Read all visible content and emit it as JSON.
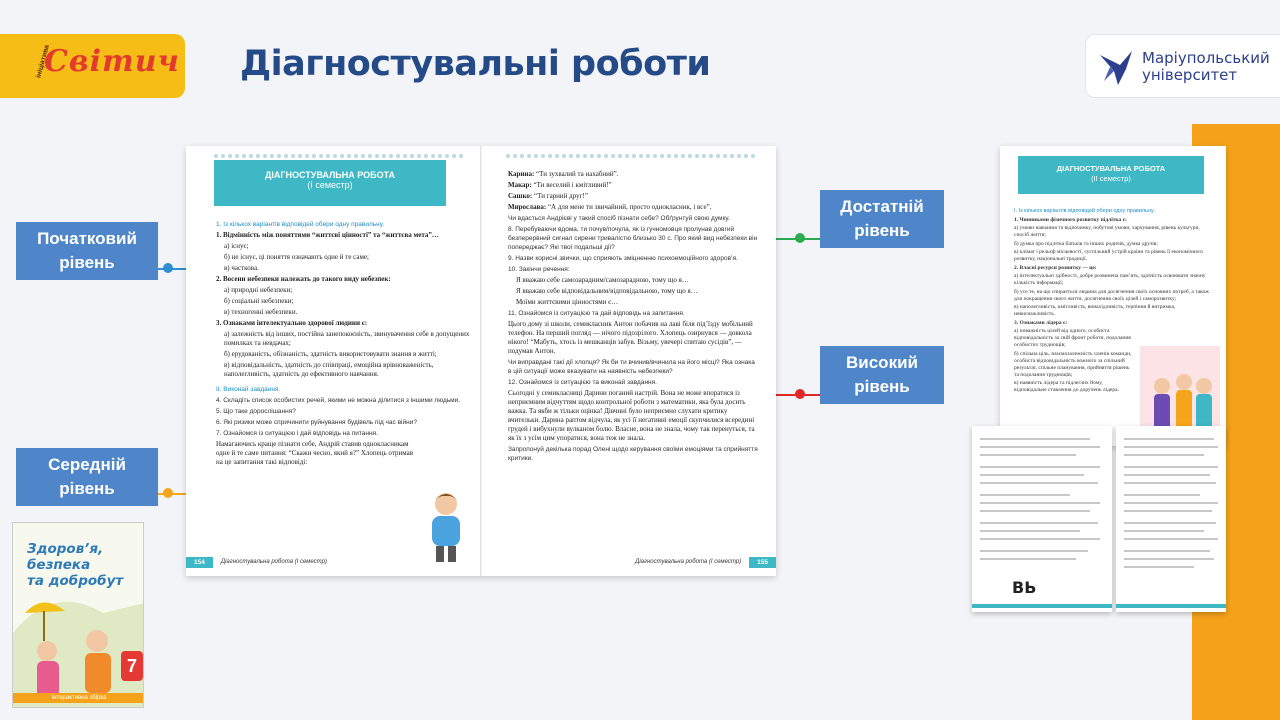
{
  "header": {
    "logo_text": "Світич",
    "logo_arc_text": "ініціатива",
    "title": "Діагностувальні роботи",
    "university_line1": "Маріупольський",
    "university_line2": "університет"
  },
  "levels": {
    "initial_line1": "Початковий",
    "initial_line2": "рівень",
    "medium_line1": "Середній",
    "medium_line2": "рівень",
    "sufficient_line1": "Достатній",
    "sufficient_line2": "рівень",
    "high_line1": "Високий",
    "high_line2": "рівень"
  },
  "colors": {
    "initial": "#2f8fd0",
    "medium": "#f4a51c",
    "sufficient": "#2eaa4f",
    "high": "#e02828",
    "level_box": "#4f86c9",
    "accent_teal": "#3db8c4",
    "orange": "#f5a21a"
  },
  "spread": {
    "banner_line1": "ДІАГНОСТУВАЛЬНА РОБОТА",
    "banner_line2": "(І семестр)",
    "left": {
      "task1": "1. Із кількох варіантів відповідей обери одну правильну.",
      "q1": "1. Відмінність між поняттями “життєві цінності” та “життєва мета”…",
      "q1a": "а) існує;",
      "q1b": "б) не існує, ці поняття означають одне й те саме;",
      "q1c": "в) часткова.",
      "q2": "2. Восени небезпеки належать до такого виду небезпек:",
      "q2a": "а) природні небезпеки;",
      "q2b": "б) соціальні небезпеки;",
      "q2c": "в) техногенні небезпеки.",
      "q3": "3. Ознаками інтелектуально здорової людини є:",
      "q3a": "а) залежність від інших, постійна занепокоєність, звинувачення себе в допущених помилках та невдачах;",
      "q3b": "б) ерудованість, обізнаність, здатність використовувати знання в житті;",
      "q3c": "в) відповідальність, здатність до співпраці, емоційна врівноваженість, наполегливість, здатність до ефективного навчання.",
      "task2": "II. Виконай завдання.",
      "q4": "4. Складіть список особистих речей, якими не можна ділитися з іншими людьми.",
      "q5": "5. Що таке дорослішання?",
      "q6": "6. Які ризики може спричинити руйнування будівель під час війни?",
      "q7": "7. Ознайомся із ситуацією і дай відповідь на питання.",
      "q7text": "Намагаючись краще пізнати себе, Андрій ставив однокласникам одне й те саме питання: “Скажи чесно, який я?” Хлопець отримав на це запитання такі відповіді:",
      "page_num": "154",
      "footer": "Діагностувальна робота (І семестр)"
    },
    "right": {
      "karina_name": "Карина:",
      "karina": "“Ти зухвалий та нахабний”.",
      "makar_name": "Макар:",
      "makar": "“Ти веселий і кмітливий!”",
      "sashko_name": "Сашко:",
      "sashko": "“Ти гарний друг!”",
      "myroslava_name": "Мирослава:",
      "myroslava": "“А для мене ти звичайний, просто однокласник, і все”.",
      "q7q": "Чи вдасться Андрієві у такий спосіб пізнати себе? Обґрунтуй свою думку.",
      "q8": "8. Перебуваючи вдома, ти почув/почула, як із гучномовця пролунав довгий безперервний сигнал сирени тривалістю близько 30 с. Про який вид небезпеки він попереджає? Які твої подальші дії?",
      "q9": "9. Назви корисні звички, що сприяють зміцненню психоемоційного здоров’я.",
      "q10": "10. Закінчи речення:",
      "q10a": "Я вважаю себе самозарадним/самозарадною, тому що я…",
      "q10b": "Я вважаю себе відповідальним/відповідальною, тому що я…",
      "q10c": "Моїми життєвими цінностями є…",
      "q11": "11. Ознайомся із ситуацією та дай відповідь на запитання.",
      "q11text": "Цього дому зі школи, семикласник Антон побачив на лаві біля під’їзду мобільний телефон. На перший погляд — нічого підозрілого. Хлопець озирнувся — довкола нікого! “Мабуть, хтось із мешканців забув. Візьму, увечері спитаю сусідів”, — подумав Антон.",
      "q11q": "Чи виправдані такі дії хлопця? Як би ти вчинив/вчинила на його місці? Яка ознака в цій ситуації може вказувати на наявність небезпеки?",
      "q12": "12. Ознайомся із ситуацією та виконай завдання.",
      "q12text": "Сьогодні у семикласниці Дарини поганий настрій. Вона не може впоратися із неприємним відчуттям щодо контрольної роботи з математики, яка була досить важка. Та якби ж тільки оцінка! Дівчині було неприємно слухати критику вчительки. Дарина раптом відчула, як усі її негативні емоції скупчилися всередині грудей і вибухнули вулканом болю. Власне, вона не знала, чому так перенуться, та як їх з усім цим упоратися, вона теж не знала.",
      "q12q": "Запропонуй декілька порад Олені щодо керування своїми емоціями та сприйняття критики.",
      "page_num": "155",
      "footer": "Діагностувальна робота (І семестр)"
    }
  },
  "cover": {
    "line1": "Здоров’я,",
    "line2": "безпека",
    "line3": "та добробут",
    "grade": "7",
    "publisher": "Інтерактивна збірка"
  },
  "right_page": {
    "banner_line1": "ДІАГНОСТУВАЛЬНА РОБОТА",
    "banner_line2": "(II семестр)",
    "task1": "I. Із кількох варіантів відповідей обери одну правильну.",
    "q1": "1. Чинниками фізичного розвитку підлітка є:",
    "q1a": "а) умови навчання та відпочинку, побутові умови, харчування, рівень культури, спосіб життя;",
    "q1b": "б) думка про підлітка батьків та інших родичів, думка друзів;",
    "q1c": "в) клімат і рельєф місцевості, суспільний устрій країни та рівень її економічного розвитку, національні традиції.",
    "q2": "2. Власні ресурси розвитку — це:",
    "q2a": "а) інтелектуальні здібності, добре розвинена пам’ять, здатність освоювати значну кількість інформації;",
    "q2b": "б) усе те, на що спирається людина для досягнення своїх основних потреб, а також для покращення свого життя, досягнення своїх цілей і саморозвитку;",
    "q2c": "в) наполегливість, кмітливість, винахідливість, терпіння й витримка, невиснажливість.",
    "q3": "3. Ознаками лідера є:",
    "q3a": "а) поважність цілей від одного, особиста відповідальність за свій фронт роботи, подолання особистих труднощів;",
    "q3b": "б) спільна ціль, взаємозалежність членів команди, особиста відповідальність кожного за спільний результат, спільне планування, прийняття рішень та подолання труднощів;",
    "q3c": "в) наявність лідера та підлеглих йому, відповідальне ставлення до доручень лідера."
  },
  "mini_pages": {
    "label": "ВЬ"
  }
}
